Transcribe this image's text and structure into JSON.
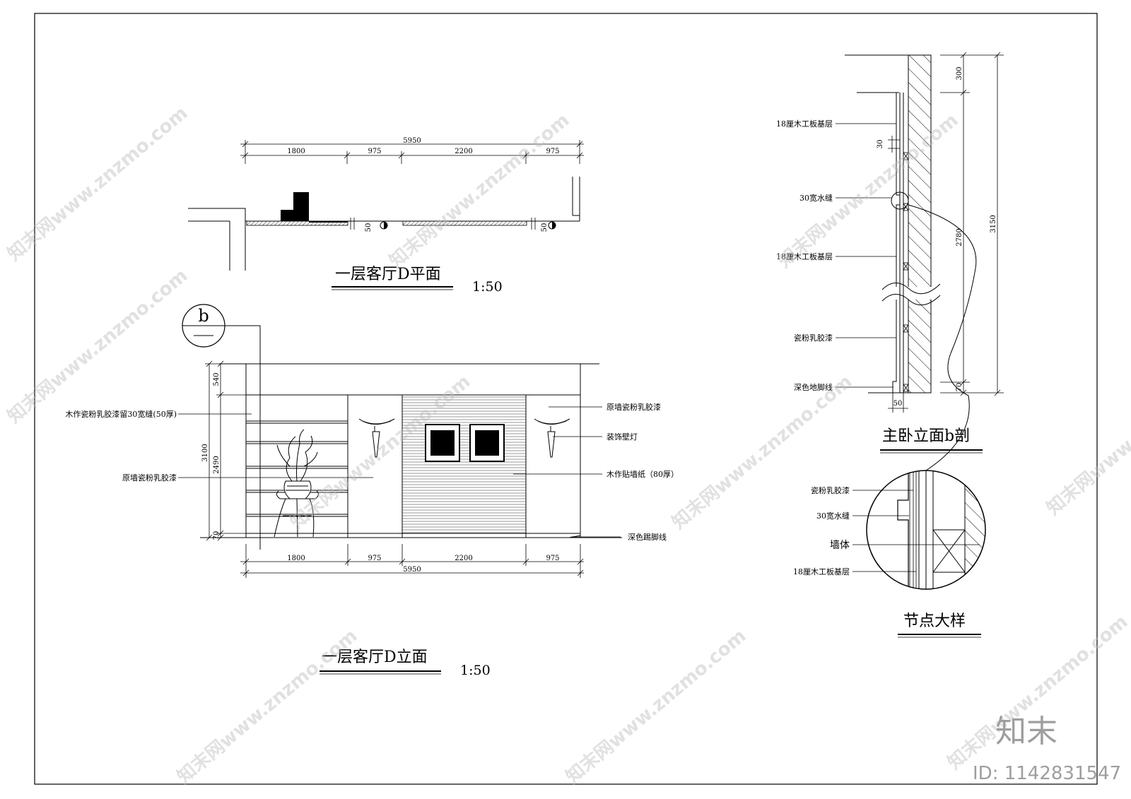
{
  "plan": {
    "title": "一层客厅D平面",
    "scale": "1:50",
    "dims_total": "5950",
    "dims": [
      "1800",
      "975",
      "2200",
      "975"
    ],
    "small_dims": [
      "50",
      "50"
    ]
  },
  "elevation": {
    "title": "一层客厅D立面",
    "scale": "1:50",
    "section_marker": "b",
    "dims_total": "5950",
    "dims": [
      "1800",
      "975",
      "2200",
      "975"
    ],
    "left_dims": [
      "3100",
      "540",
      "2490",
      "70"
    ],
    "labels_left": [
      "木作瓷粉乳胶漆留30宽缝(50厚)",
      "原墙瓷粉乳胶漆"
    ],
    "labels_right": [
      "原墙瓷粉乳胶漆",
      "装饰壁灯",
      "木作贴墙纸（80厚）",
      "深色踢脚线"
    ]
  },
  "section": {
    "title": "主卧立面b剖",
    "labels": [
      "18厘木工板基层",
      "30宽水缝",
      "18厘木工板基层",
      "瓷粉乳胶漆",
      "深色地脚线"
    ],
    "dims_right": [
      "300",
      "2780",
      "3150",
      "70"
    ],
    "dim_small_30": "30",
    "dim_bottom": "50"
  },
  "detail": {
    "title": "节点大样",
    "labels": [
      "瓷粉乳胶漆",
      "30宽水缝",
      "墙体",
      "18厘木工板基层"
    ]
  },
  "watermark": {
    "brand": "知末",
    "id": "ID: 1142831547",
    "site_text": "知末网www.znzmo.com"
  }
}
